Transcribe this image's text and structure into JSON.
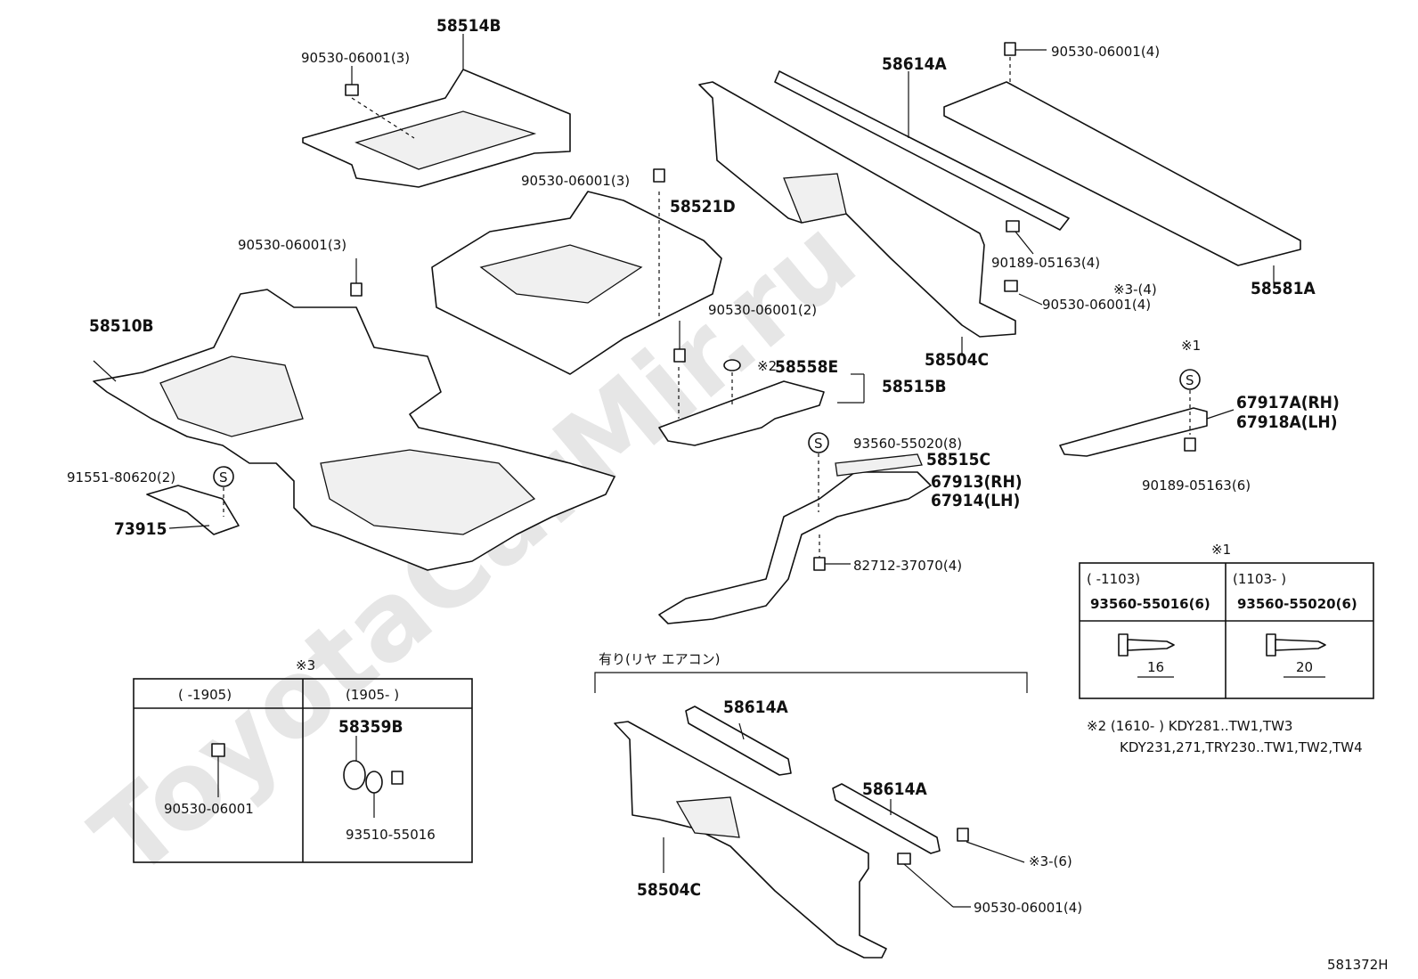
{
  "watermark": "ToyotaCarMir.ru",
  "diagram_id": "581372H",
  "parts": {
    "p58514B": "58514B",
    "p58510B": "58510B",
    "p58521D": "58521D",
    "p58614A_top": "58614A",
    "p58581A": "58581A",
    "p58504C_top": "58504C",
    "p58558E": "58558E",
    "p58515B": "58515B",
    "p58515C": "58515C",
    "p67913": "67913(RH)",
    "p67914": "67914(LH)",
    "p67917A": "67917A(RH)",
    "p67918A": "67918A(LH)",
    "p73915": "73915",
    "p58614A_b1": "58614A",
    "p58614A_b2": "58614A",
    "p58504C_bot": "58504C",
    "p58359B": "58359B"
  },
  "fasteners": {
    "f_90530_3a": "90530-06001(3)",
    "f_90530_3b": "90530-06001(3)",
    "f_90530_3c": "90530-06001(3)",
    "f_90530_4a": "90530-06001(4)",
    "f_90530_4b": "90530-06001(4)",
    "f_90530_2": "90530-06001(2)",
    "f_90189_4": "90189-05163(4)",
    "f_90189_6": "90189-05163(6)",
    "f_91551": "91551-80620(2)",
    "f_93560_8": "93560-55020(8)",
    "f_82712": "82712-37070(4)",
    "f_90530_4c": "90530-06001(4)",
    "ref3_4": "※3-(4)",
    "ref3_6": "※3-(6)",
    "ref2": "※2",
    "ref1": "※1"
  },
  "table1": {
    "title": "※1",
    "col1_range": "(     -1103)",
    "col2_range": "(1103-      )",
    "col1_part": "93560-55016(6)",
    "col2_part": "93560-55020(6)",
    "col1_len": "16",
    "col2_len": "20"
  },
  "note2": {
    "line1": "※2 (1610-        ) KDY281..TW1,TW3",
    "line2": "KDY231,271,TRY230..TW1,TW2,TW4"
  },
  "table3": {
    "title": "※3",
    "col1_range": "(      -1905)",
    "col2_range": "(1905-      )",
    "col1_part": "90530-06001",
    "col2_part_a": "58359B",
    "col2_part_b": "93510-55016"
  },
  "rear_ac": {
    "title": "有り(リヤ エアコン)"
  },
  "symbols": {
    "s": "S"
  }
}
